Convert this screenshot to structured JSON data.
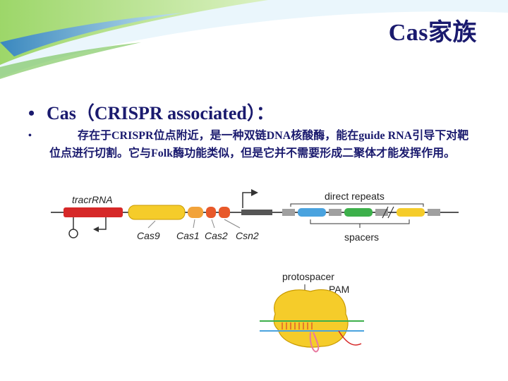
{
  "title": "Cas家族",
  "bullets": [
    {
      "marker": "•",
      "text": "Cas（CRISPR associated）："
    },
    {
      "marker": "•",
      "text": "存在于CRISPR位点附近，是一种双链DNA核酸酶，能在guide RNA引导下对靶位点进行切割。它与Folk酶功能类似，但是它并不需要形成二聚体才能发挥作用。"
    }
  ],
  "diagram": {
    "labels": {
      "tracrRNA": "tracrRNA",
      "cas9": "Cas9",
      "cas1": "Cas1",
      "cas2": "Cas2",
      "csn2": "Csn2",
      "direct_repeats": "direct repeats",
      "spacers": "spacers",
      "protospacer": "protospacer",
      "pam": "PAM"
    },
    "colors": {
      "cas9": "#f5cc2a",
      "cas1": "#f2a33a",
      "cas2": "#e8592a",
      "csn2": "#e8592a",
      "tracr": "#d62828",
      "spacer_blue": "#4aa3df",
      "spacer_green": "#3db04b",
      "repeat_gray": "#a0a0a0"
    }
  }
}
